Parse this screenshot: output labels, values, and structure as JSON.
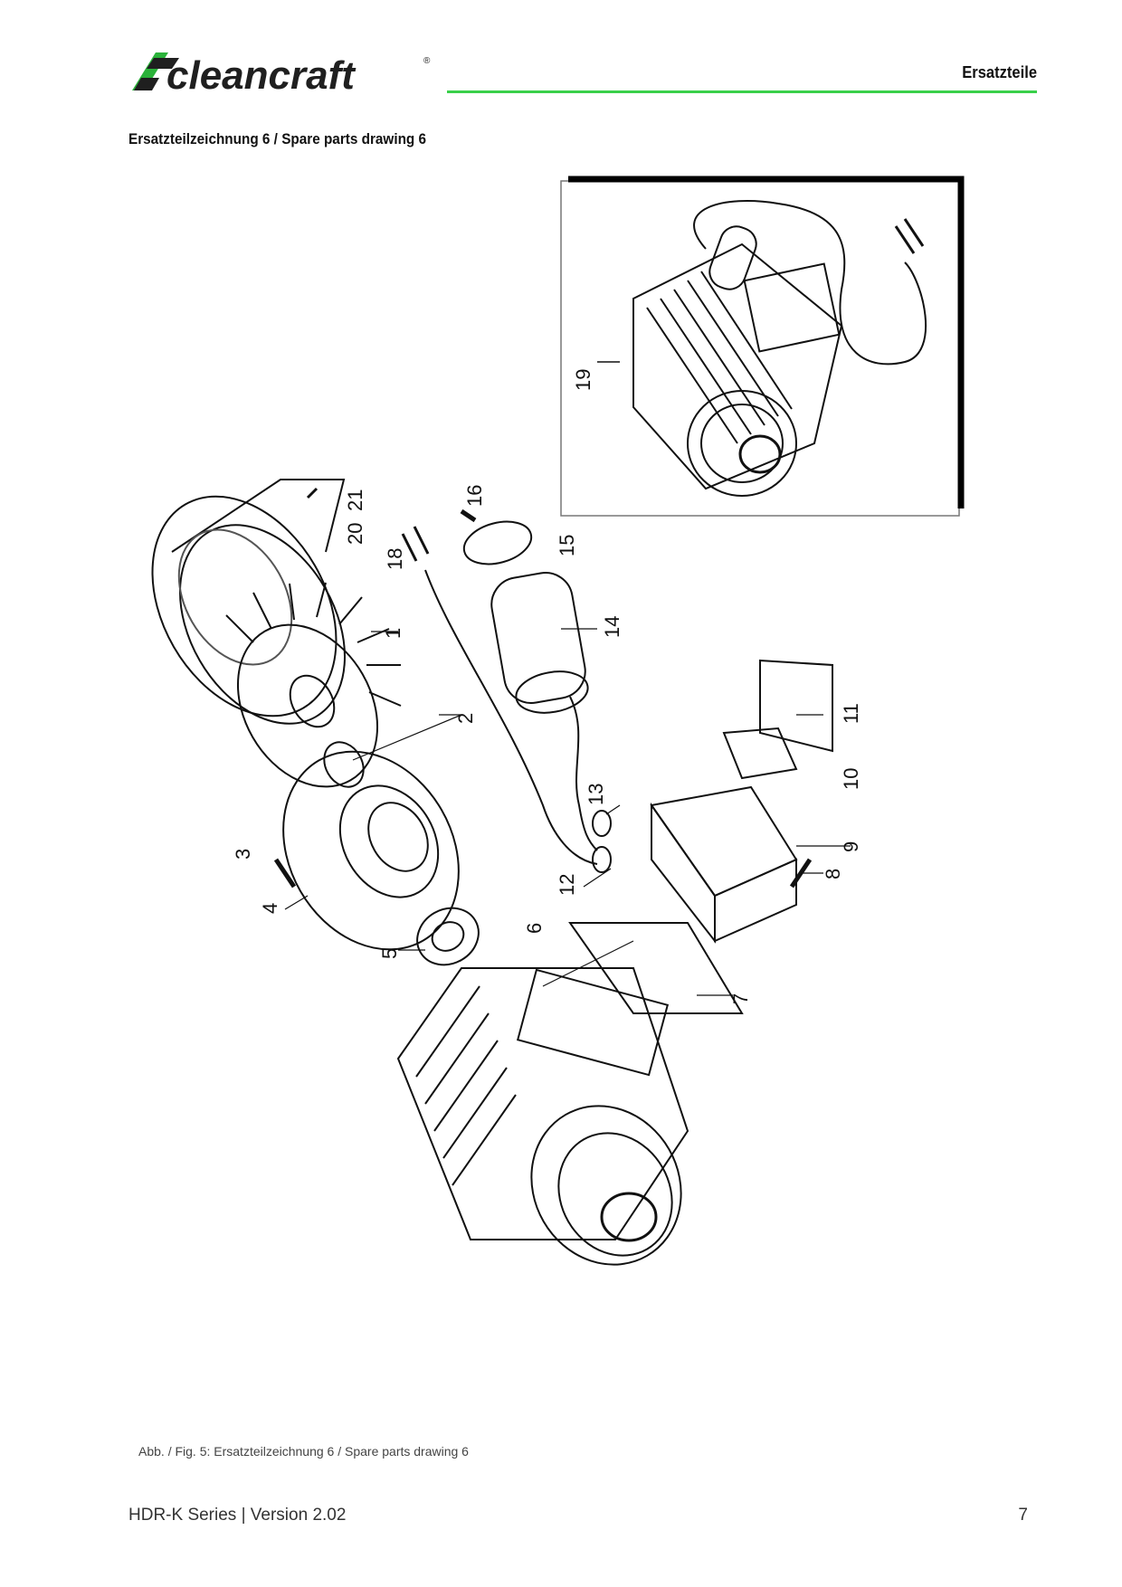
{
  "header": {
    "brand": "cleancraft",
    "registered": "®",
    "section_label": "Ersatzteile",
    "accent_color": "#39d04a"
  },
  "section_title": "Ersatzteilzeichnung 6 / Spare parts drawing 6",
  "drawing": {
    "inset_callout": "19",
    "part_numbers": [
      "1",
      "2",
      "3",
      "4",
      "5",
      "6",
      "7",
      "8",
      "9",
      "10",
      "11",
      "12",
      "13",
      "14",
      "15",
      "16",
      "18",
      "20",
      "21"
    ]
  },
  "caption": "Abb. / Fig. 5: Ersatzteilzeichnung 6 / Spare parts drawing 6",
  "footer": {
    "document": "HDR-K Series | Version 2.02",
    "page_number": "7"
  }
}
